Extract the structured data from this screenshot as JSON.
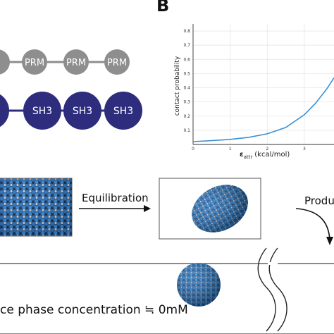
{
  "panel_letter": "B",
  "chain": {
    "prm_label": "PRM",
    "sh3_label": "SH3",
    "prm_color": "#8e8e8e",
    "sh3_color": "#2e2c7c",
    "link_color": "#8e8e8e",
    "sh3_link_color": "#2e2c7c"
  },
  "chart_data": {
    "type": "line",
    "title": "",
    "xlabel": "ε_attr (kcal/mol)",
    "xlabel_main": "ε",
    "xlabel_sub": "attr",
    "xlabel_unit": "(kcal/mol)",
    "ylabel": "contact probability",
    "x_ticks": [
      "0",
      "1",
      "2",
      "3"
    ],
    "y_ticks": [
      "0.1",
      "0.2",
      "0.3",
      "0.4",
      "0.5",
      "0.6",
      "0.7",
      "0.8"
    ],
    "xlim": [
      0,
      3.8
    ],
    "ylim": [
      0,
      0.85
    ],
    "grid": true,
    "series": [
      {
        "color": "#3b8fd4",
        "x": [
          0,
          0.5,
          1.0,
          1.5,
          2.0,
          2.5,
          3.0,
          3.3,
          3.6,
          3.8
        ],
        "y": [
          0.02,
          0.027,
          0.036,
          0.05,
          0.075,
          0.12,
          0.21,
          0.29,
          0.39,
          0.47
        ]
      }
    ]
  },
  "simulation": {
    "equilibration_label": "Equilibration",
    "production_label": "Produ",
    "concentration_label": "ce phase concentration ≒ 0mM",
    "bead_blue": "#2b6fb5",
    "bead_gray": "#c8c8c8"
  }
}
